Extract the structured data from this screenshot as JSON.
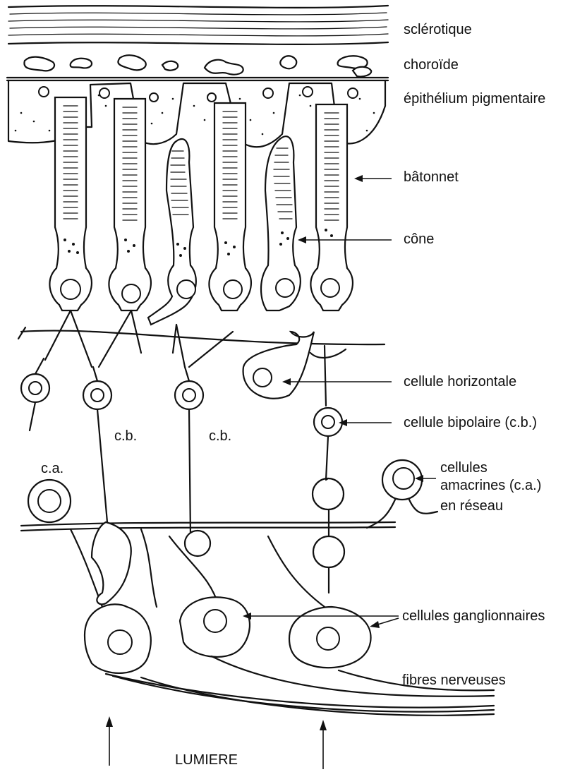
{
  "labels": {
    "sclerotique": "sclérotique",
    "choroide": "choroïde",
    "epithelium": "épithélium pigmentaire",
    "batonnet": "bâtonnet",
    "cone": "cône",
    "horizontale": "cellule horizontale",
    "bipolaire": "cellule bipolaire (c.b.)",
    "amacrines_1": "cellules",
    "amacrines_2": "amacrines (c.a.)",
    "amacrines_3": "en réseau",
    "ganglionnaires": "cellules ganglionnaires",
    "fibres": "fibres nerveuses",
    "cb_1": "c.b.",
    "cb_2": "c.b.",
    "ca": "c.a.",
    "lumiere": "LUMIERE"
  }
}
